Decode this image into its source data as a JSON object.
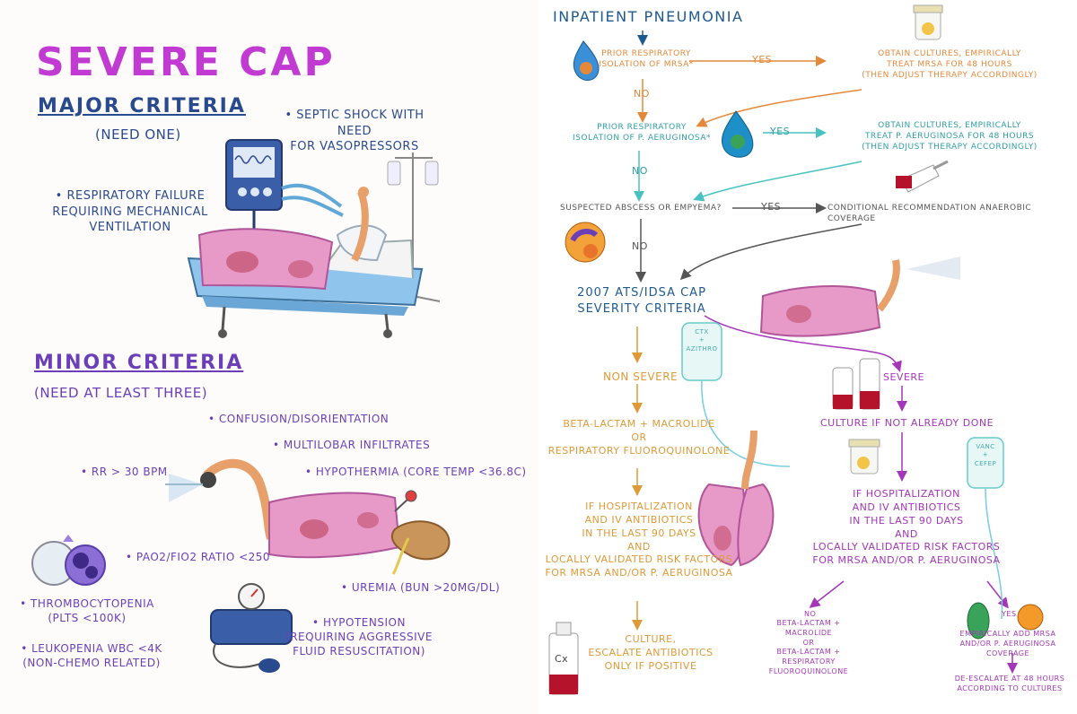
{
  "left": {
    "title": "SEVERE CAP",
    "major": {
      "heading": "MAJOR CRITERIA",
      "sub": "(NEED ONE)",
      "item1": "• SEPTIC SHOCK WITH NEED\nFOR VASOPRESSORS",
      "item2": "• RESPIRATORY FAILURE\nREQUIRING MECHANICAL\nVENTILATION"
    },
    "minor": {
      "heading": "MINOR CRITERIA",
      "sub": "(NEED AT LEAST THREE)",
      "confusion": "• CONFUSION/DISORIENTATION",
      "multilobar": "• MULTILOBAR INFILTRATES",
      "rr": "• RR > 30 BPM",
      "hypothermia": "• HYPOTHERMIA (CORE TEMP <36.8C)",
      "pao2": "• PaO2/FiO2 RATIO <250",
      "uremia": "• UREMIA (BUN >20mg/dL)",
      "thrombo": "• THROMBOCYTOPENIA\n(PLTS <100K)",
      "hypotension": "• HYPOTENSION\n(REQUIRING AGGRESSIVE\nFLUID RESUSCITATION)",
      "leuko": "• LEUKOPENIA WBC <4K\n(NON-CHEMO RELATED)"
    }
  },
  "right": {
    "title": "INPATIENT PNEUMONIA",
    "mrsa_q": "PRIOR RESPIRATORY\nISOLATION OF MRSA*",
    "yes1": "YES",
    "mrsa_yes": "OBTAIN CULTURES, EMPIRICALLY\nTREAT MRSA FOR 48 HOURS\n(THEN ADJUST THERAPY ACCORDINGLY)",
    "no1": "NO",
    "psa_q": "PRIOR RESPIRATORY\nISOLATION OF P. AERUGINOSA*",
    "yes2": "YES",
    "psa_yes": "OBTAIN CULTURES, EMPIRICALLY\nTREAT P. AERUGINOSA FOR 48 HOURS\n(THEN ADJUST THERAPY ACCORDINGLY)",
    "no2": "NO",
    "abscess_q": "SUSPECTED ABSCESS OR EMPYEMA?",
    "yes3": "YES",
    "abscess_yes": "CONDITIONAL RECOMMENDATION ANAEROBIC COVERAGE",
    "no3": "NO",
    "criteria": "2007 ATS/IDSA CAP\nSEVERITY CRITERIA",
    "non_severe": "NON SEVERE",
    "ns_regimen": "BETA-LACTAM + MACROLIDE\nOR\nRESPIRATORY FLUOROQUINOLONE",
    "ns_risk": "IF HOSPITALIZATION\nAND IV ANTIBIOTICS\nIN THE LAST 90 DAYS\nAND\nLOCALLY VALIDATED RISK FACTORS\nFOR MRSA AND/OR P. AERUGINOSA",
    "ns_culture": "CULTURE,\nESCALATE ANTIBIOTICS\nONLY IF POSITIVE",
    "severe": "SEVERE",
    "sev_culture": "CULTURE IF NOT ALREADY DONE",
    "sev_risk": "IF HOSPITALIZATION\nAND IV ANTIBIOTICS\nIN THE LAST 90 DAYS\nAND\nLOCALLY VALIDATED RISK FACTORS\nFOR MRSA AND/OR P. AERUGINOSA",
    "no4": "NO",
    "sev_no": "BETA-LACTAM +\nMACROLIDE\nOR\nBETA-LACTAM +\nRESPIRATORY FLUOROQUINOLONE",
    "yes4": "YES",
    "sev_yes": "EMPIRICALLY ADD MRSA\nAND/OR P. AERUGINOSA COVERAGE",
    "deescalate": "DE-ESCALATE AT 48 HOURS\nACCORDING TO CULTURES",
    "bag1_text": "CTX\n+\nAZITHRO",
    "bag2_text": "VANC\n+\nCEFEP",
    "bottle_label": "Cx"
  }
}
